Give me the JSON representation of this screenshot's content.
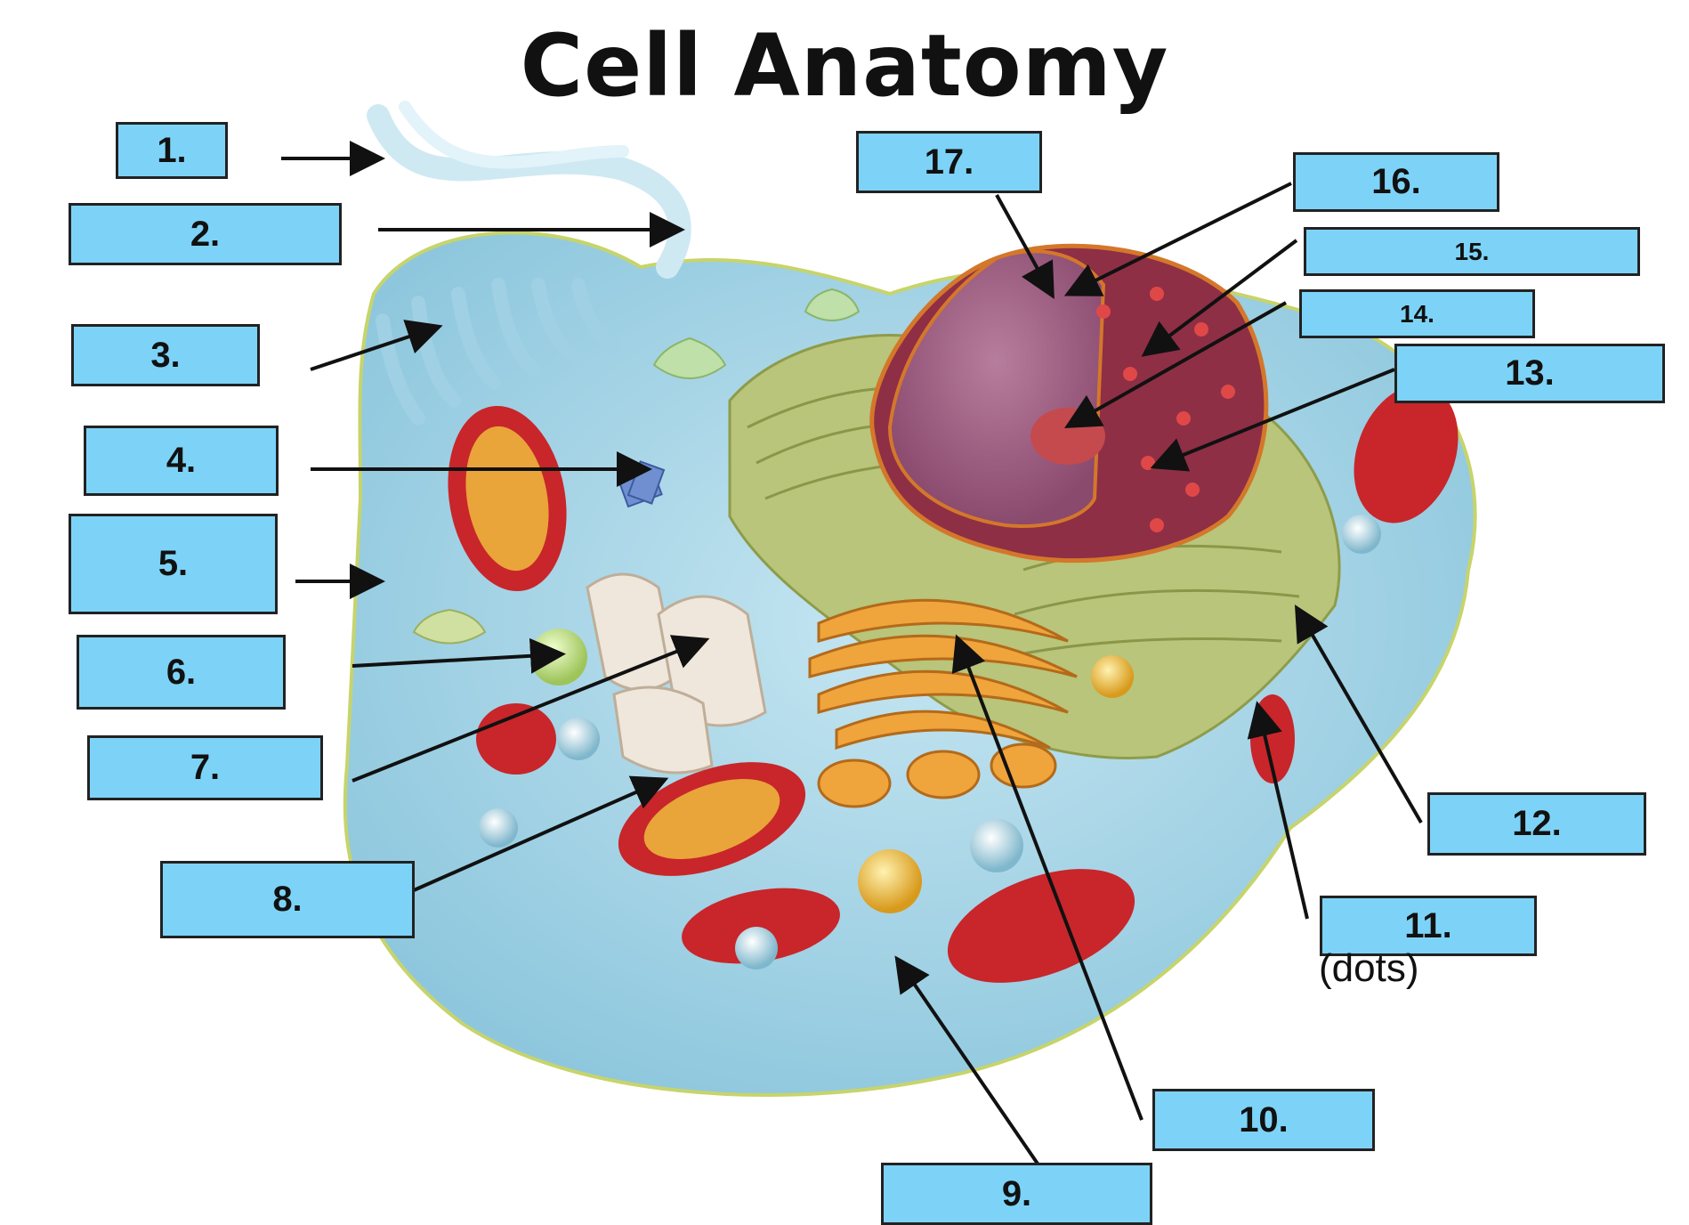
{
  "title": "Cell Anatomy",
  "labels": [
    "1.",
    "2.",
    "3.",
    "4.",
    "5.",
    "6.",
    "7.",
    "8.",
    "9.",
    "10.",
    "11.",
    "12.",
    "13.",
    "14.",
    "15.",
    "16.",
    "17."
  ],
  "note_11": "(dots)",
  "colors": {
    "label_fill": "#7dd3f7",
    "cell_body": "#a9d6e8",
    "mitochondria": "#c8262a",
    "nucleus": "#8e2f45",
    "golgi": "#f0a43c",
    "endoplasmic_reticulum": "#b8c57a"
  }
}
